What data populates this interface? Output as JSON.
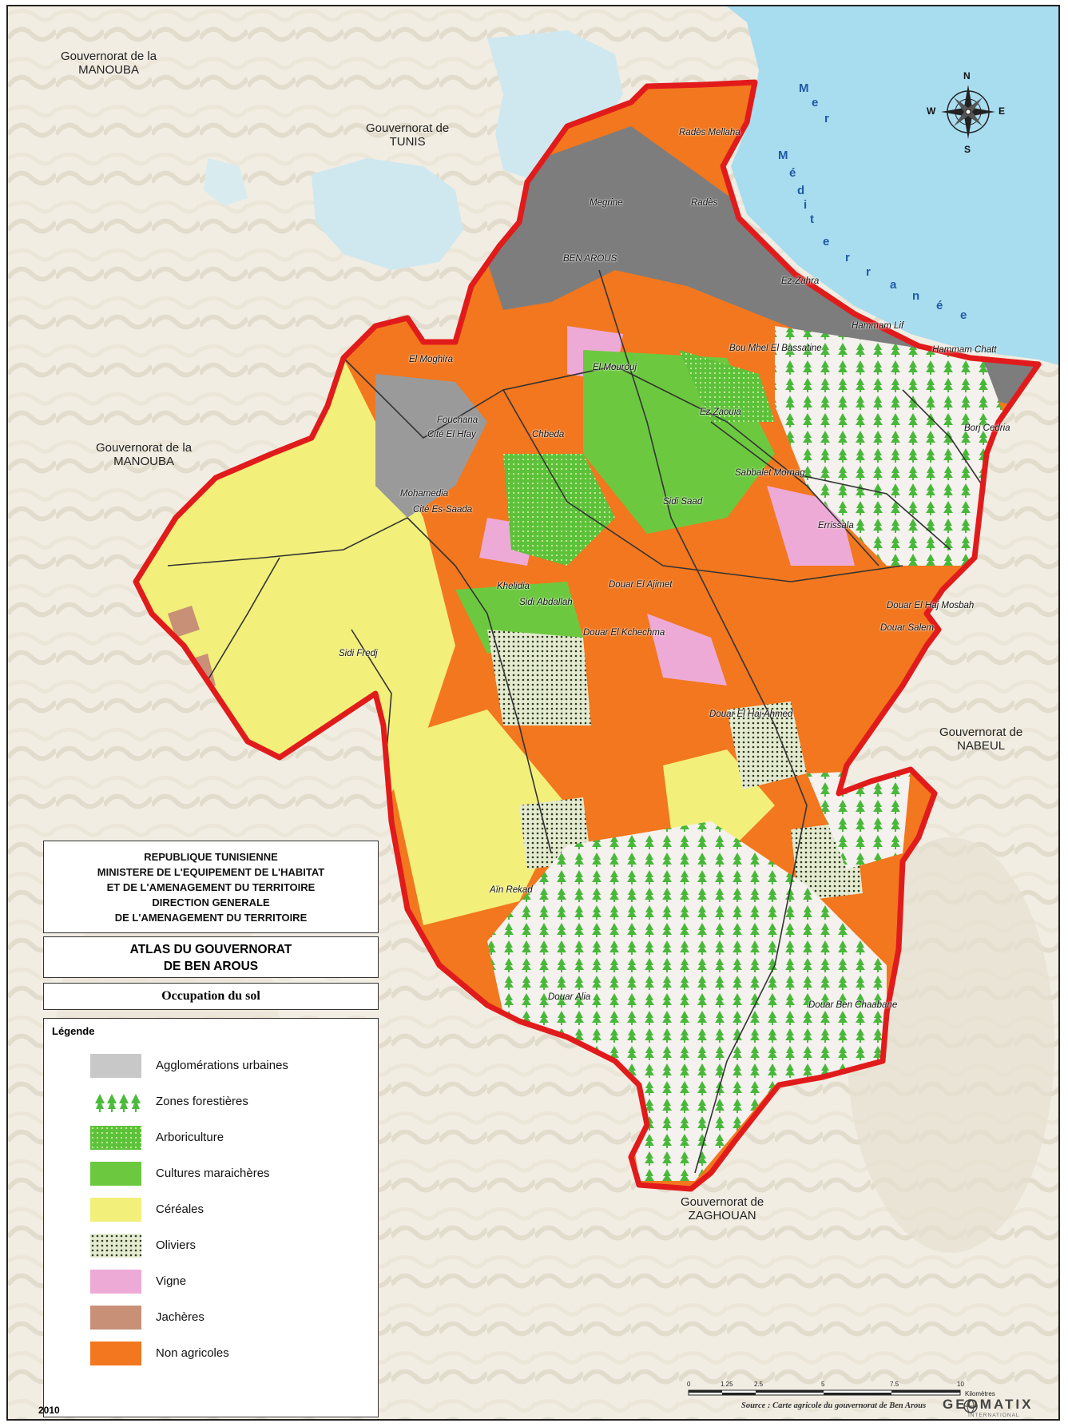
{
  "governorates": {
    "manouba_top": [
      "Gouvernorat de la",
      "MANOUBA"
    ],
    "tunis": [
      "Gouvernorat de",
      "TUNIS"
    ],
    "manouba_left": [
      "Gouvernorat de la",
      "MANOUBA"
    ],
    "nabeul": [
      "Gouvernorat de",
      "NABEUL"
    ],
    "zaghouan": [
      "Gouvernorat de",
      "ZAGHOUAN"
    ]
  },
  "sea_label": [
    "M",
    "e",
    "r",
    "M",
    "é",
    "d",
    "i",
    "t",
    "e",
    "r",
    "r",
    "a",
    "n",
    "é",
    "e"
  ],
  "places": [
    {
      "id": "rades-mellaha",
      "label": "Radès Mellaha"
    },
    {
      "id": "megrine",
      "label": "Megrine"
    },
    {
      "id": "rades",
      "label": "Radès"
    },
    {
      "id": "ben-arous",
      "label": "BEN AROUS"
    },
    {
      "id": "ez-zahra",
      "label": "Ez-Zahra"
    },
    {
      "id": "hammam-lif",
      "label": "Hammam Lif"
    },
    {
      "id": "hammam-chatt",
      "label": "Hammam Chatt"
    },
    {
      "id": "bou-mhel",
      "label": "Bou Mhel El Bassatine"
    },
    {
      "id": "el-moghira",
      "label": "El Moghira"
    },
    {
      "id": "el-mourouj",
      "label": "El Mourouj"
    },
    {
      "id": "ez-zaouia",
      "label": "Ez Zaouia"
    },
    {
      "id": "borj-cedria",
      "label": "Borj Cedria"
    },
    {
      "id": "fouchana",
      "label": "Fouchana"
    },
    {
      "id": "cite-el-hfay",
      "label": "Cité El Hfay"
    },
    {
      "id": "chbeda",
      "label": "Chbeda"
    },
    {
      "id": "sabbalet-mornag",
      "label": "Sabbalet Mornag"
    },
    {
      "id": "mohamedia",
      "label": "Mohamedia"
    },
    {
      "id": "cite-es-saada",
      "label": "Cité Es-Saada"
    },
    {
      "id": "sidi-saad",
      "label": "Sidi Saad"
    },
    {
      "id": "erissala",
      "label": "Errissala"
    },
    {
      "id": "khelidia",
      "label": "Khelidia"
    },
    {
      "id": "douar-el-ajimet",
      "label": "Douar El Ajimet"
    },
    {
      "id": "sidi-abdallah",
      "label": "Sidi Abdallah"
    },
    {
      "id": "douar-el-haj-mosbah",
      "label": "Douar El Haj Mosbah"
    },
    {
      "id": "douar-el-kchechma",
      "label": "Douar El Kchechma"
    },
    {
      "id": "douar-salem",
      "label": "Douar Salem"
    },
    {
      "id": "sidi-fredj",
      "label": "Sidi Fredj"
    },
    {
      "id": "douar-el-haj-ahmed",
      "label": "Douar El Haj Ahmed"
    },
    {
      "id": "ain-rekad",
      "label": "Aïn Rekad"
    },
    {
      "id": "douar-alia",
      "label": "Douar Alia"
    },
    {
      "id": "douar-ben-chaabane",
      "label": "Douar Ben Chaabane"
    }
  ],
  "compass": {
    "n": "N",
    "s": "S",
    "e": "E",
    "w": "W"
  },
  "ministry_lines": [
    "REPUBLIQUE TUNISIENNE",
    "MINISTERE DE L'EQUIPEMENT DE L'HABITAT",
    "ET DE L'AMENAGEMENT DU TERRITOIRE",
    "DIRECTION GENERALE",
    "DE L'AMENAGEMENT DU TERRITOIRE"
  ],
  "atlas_lines": [
    "ATLAS DU GOUVERNORAT",
    "DE BEN AROUS"
  ],
  "map_subject": "Occupation du sol",
  "legend": {
    "title": "Légende",
    "items": [
      {
        "label": "Agglomérations urbaines",
        "color": "#c8c8c8",
        "pattern": "solid"
      },
      {
        "label": "Zones forestières",
        "color": "#4cbb3c",
        "pattern": "trees"
      },
      {
        "label": "Arboriculture",
        "color": "#5cc23a",
        "pattern": "dots-light"
      },
      {
        "label": "Cultures maraichères",
        "color": "#6cc93f",
        "pattern": "solid"
      },
      {
        "label": "Céréales",
        "color": "#f2f07a",
        "pattern": "solid"
      },
      {
        "label": "Oliviers",
        "color": "#e4ead0",
        "pattern": "dots-dark"
      },
      {
        "label": "Vigne",
        "color": "#eeaad6",
        "pattern": "solid"
      },
      {
        "label": "Jachères",
        "color": "#c99078",
        "pattern": "solid"
      },
      {
        "label": "Non agricoles",
        "color": "#f2771e",
        "pattern": "solid"
      }
    ]
  },
  "scale": {
    "ticks": [
      "0",
      "1.25",
      "2.5",
      "5",
      "7.5",
      "10"
    ],
    "unit": "Kilomètres"
  },
  "source": "Source : Carte agricole du gouvernorat de Ben Arous",
  "brand": "GEOMATIX",
  "brand_sub": "INTERNATIONAL",
  "year": "2010",
  "colors": {
    "boundary": "#e11b1b",
    "sea": "#a8dcef",
    "lake": "#cfe8ef",
    "urban_dark": "#7d7d7d"
  }
}
